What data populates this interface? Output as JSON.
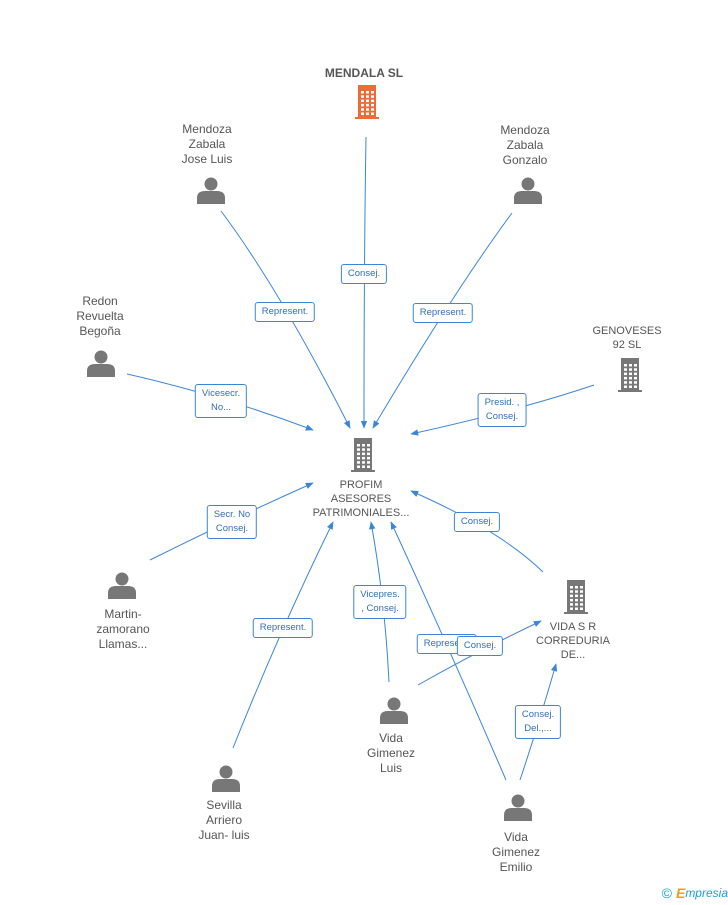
{
  "colors": {
    "edge": "#3b86d6",
    "person": "#777777",
    "company": "#777777",
    "main_company": "#f06a35"
  },
  "nodes": [
    {
      "id": "mendala",
      "kind": "company",
      "main": true,
      "label": "MENDALA SL"
    },
    {
      "id": "profim",
      "kind": "company",
      "label": "PROFIM\nASESORES\nPATRIMONIALES..."
    },
    {
      "id": "mz_jose",
      "kind": "person",
      "label": "Mendoza\nZabala\nJose Luis"
    },
    {
      "id": "mz_gonzalo",
      "kind": "person",
      "label": "Mendoza\nZabala\nGonzalo"
    },
    {
      "id": "redon",
      "kind": "person",
      "label": "Redon\nRevuelta\nBegoña"
    },
    {
      "id": "genoveses",
      "kind": "company",
      "label": "GENOVESES\n92 SL"
    },
    {
      "id": "martin",
      "kind": "person",
      "label": "Martin-\nzamorano\nLlamas..."
    },
    {
      "id": "vida_sr",
      "kind": "company",
      "label": "VIDA S R\nCORREDURIA\nDE..."
    },
    {
      "id": "vg_luis",
      "kind": "person",
      "label": "Vida\nGimenez\nLuis"
    },
    {
      "id": "sevilla",
      "kind": "person",
      "label": "Sevilla\nArriero\nJuan- luis"
    },
    {
      "id": "vg_emilio",
      "kind": "person",
      "label": "Vida\nGimenez\nEmilio"
    }
  ],
  "edges": [
    {
      "from": "mendala",
      "to": "profim",
      "label": "Consej."
    },
    {
      "from": "mz_jose",
      "to": "profim",
      "label": "Represent."
    },
    {
      "from": "mz_gonzalo",
      "to": "profim",
      "label": "Represent."
    },
    {
      "from": "redon",
      "to": "profim",
      "label": "Vicesecr.\nNo..."
    },
    {
      "from": "genoveses",
      "to": "profim",
      "label": "Presid. ,\nConsej."
    },
    {
      "from": "martin",
      "to": "profim",
      "label": "Secr.  No\nConsej."
    },
    {
      "from": "vida_sr",
      "to": "profim",
      "label": "Consej."
    },
    {
      "from": "vg_luis",
      "to": "profim",
      "label": "Vicepres.\n, Consej."
    },
    {
      "from": "sevilla",
      "to": "profim",
      "label": "Represent."
    },
    {
      "from": "vg_emilio",
      "to": "profim",
      "label": "Represent."
    },
    {
      "from": "vg_luis",
      "to": "vida_sr",
      "label": "Consej."
    },
    {
      "from": "vg_emilio",
      "to": "vida_sr",
      "label": "Consej.\nDel.,..."
    }
  ],
  "footer": {
    "copyright": "©",
    "brand_e": "E",
    "brand_rest": "mpresia"
  }
}
